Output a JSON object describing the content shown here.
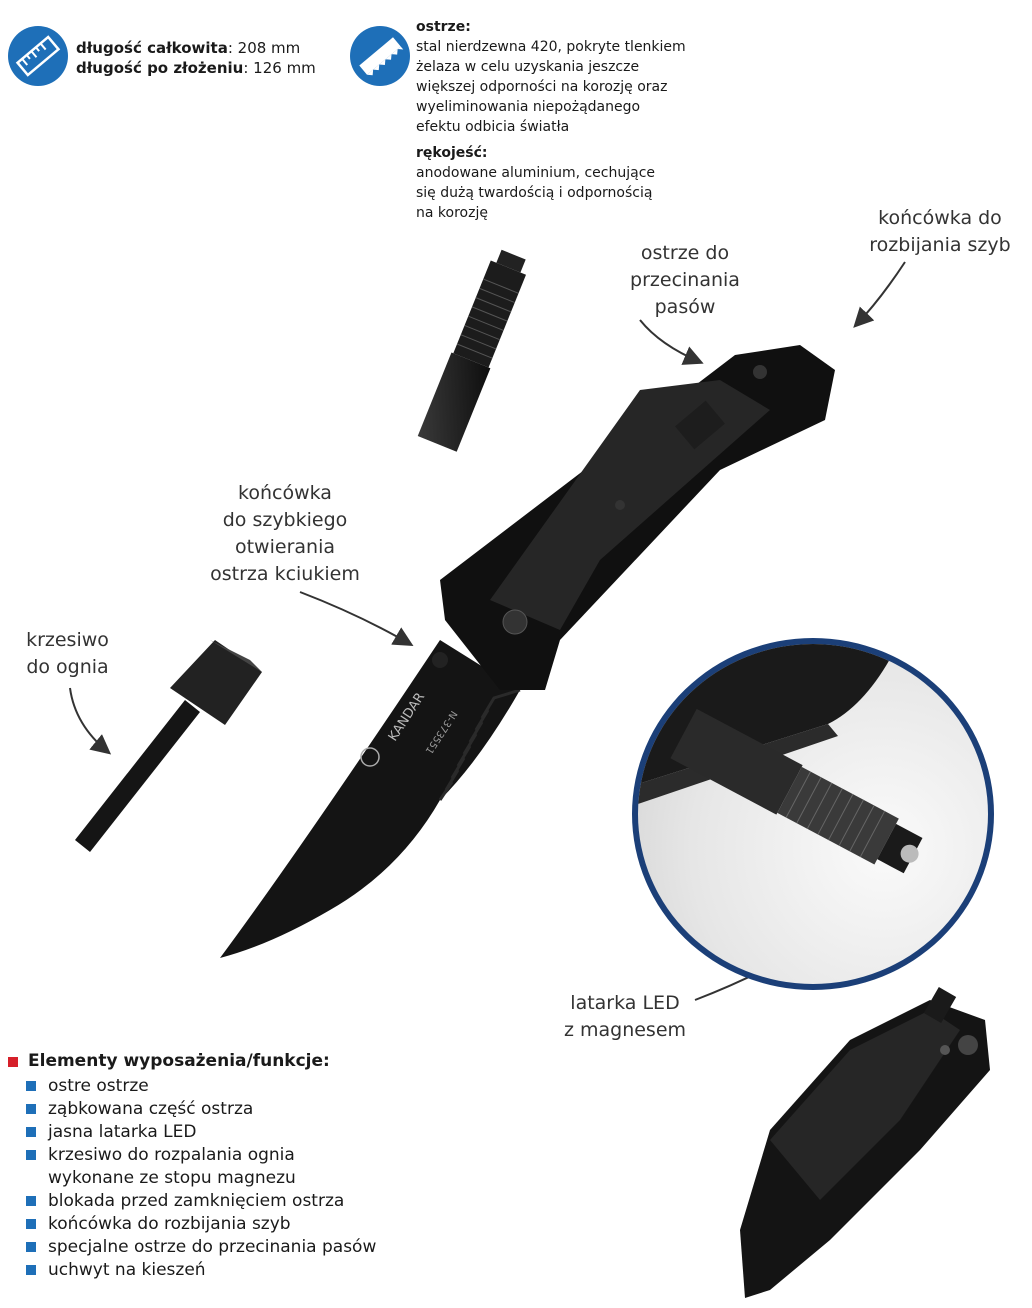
{
  "specs": {
    "length_total_label": "długość całkowita",
    "length_total_value": ": 208 mm",
    "length_folded_label": "długość po złożeniu",
    "length_folded_value": ": 126 mm",
    "icon_ruler": "ruler-icon",
    "icon_blade": "blade-icon"
  },
  "blade": {
    "heading": "ostrze:",
    "lines": [
      "stal nierdzewna 420, pokryte tlenkiem",
      "żelaza w celu uzyskania jeszcze",
      "większej odporności na korozję oraz",
      "wyeliminowania niepożądanego",
      "efektu odbicia światła"
    ]
  },
  "handle": {
    "heading": "rękojeść:",
    "lines": [
      "anodowane aluminium, cechujące",
      "się dużą twardością i odpornością",
      "na korozję"
    ]
  },
  "callouts": {
    "glass_breaker": [
      "końcówka do",
      "rozbijania szyb"
    ],
    "belt_cutter": [
      "ostrze do",
      "przecinania",
      "pasów"
    ],
    "thumb_stud": [
      "końcówka",
      "do szybkiego",
      "otwierania",
      "ostrza kciukiem"
    ],
    "fire_starter": [
      "krzesiwo",
      "do ognia"
    ],
    "led": [
      "latarka LED",
      "z magnesem"
    ]
  },
  "knife_engraving": {
    "brand": "KANDAR",
    "code": "N-373551"
  },
  "features": {
    "title": "Elementy wyposażenia/funkcje:",
    "items": [
      "ostre ostrze",
      "ząbkowana część ostrza",
      "jasna latarka LED",
      "krzesiwo do rozpalania ognia",
      "wykonane ze stopu magnezu",
      "blokada przed zamknięciem ostrza",
      "końcówka do rozbijania szyb",
      "specjalne ostrze do przecinania pasów",
      "uchwyt na kieszeń"
    ]
  },
  "colors": {
    "accent_blue": "#1e6fb8",
    "ring_navy": "#1b3f78",
    "bullet_red": "#d6202a"
  }
}
